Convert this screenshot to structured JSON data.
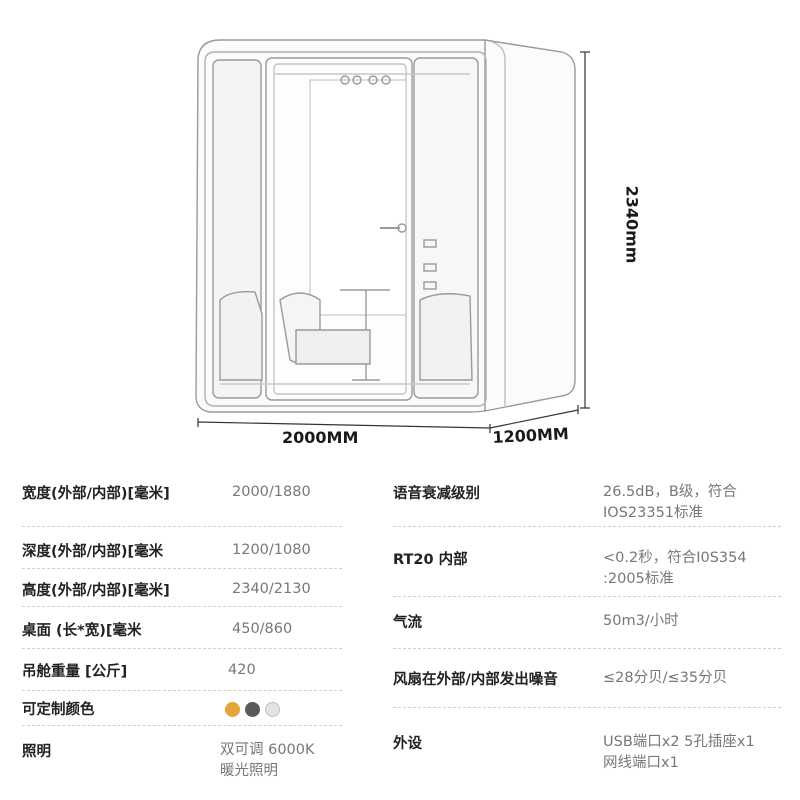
{
  "dimensions": {
    "width": "2000MM",
    "depth": "1200MM",
    "height": "2340mm"
  },
  "left_specs": [
    {
      "label": "宽度(外部/内部)[毫米]",
      "value": "2000/1880"
    },
    {
      "label": "深度(外部/内部)[毫米",
      "value": "1200/1080"
    },
    {
      "label": "高度(外部/内部)[毫米]",
      "value": "2340/2130"
    },
    {
      "label": "桌面 (长*宽)[毫米",
      "value": "450/860"
    },
    {
      "label": "吊舱重量 [公斤]",
      "value": "420"
    },
    {
      "label": "可定制颜色",
      "value": ""
    },
    {
      "label": "照明",
      "value_line1": "双可调 6000K",
      "value_line2": "暖光照明"
    }
  ],
  "right_specs": [
    {
      "label": "语音衰减级别",
      "value_line1": "26.5dB，B级，符合",
      "value_line2": "IOS23351标准"
    },
    {
      "label": "RT20 内部",
      "value_line1": "<0.2秒，符合I0S354",
      "value_line2": ":2005标准"
    },
    {
      "label": "气流",
      "value": "50m3/小时"
    },
    {
      "label": "风扇在外部/内部发出噪音",
      "value": "≤28分贝/≤35分贝"
    },
    {
      "label": "外设",
      "value_line1": "USB端口x2 5孔插座x1",
      "value_line2": "网线端口x1"
    }
  ],
  "color_swatches": [
    "#e3a63a",
    "#5a5a5a",
    "#dfe6e0"
  ]
}
